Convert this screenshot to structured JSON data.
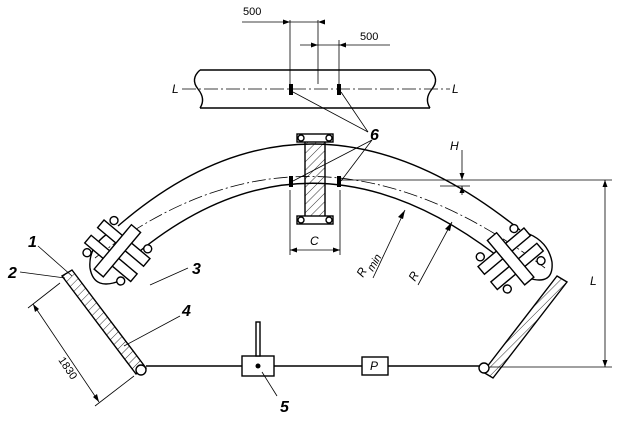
{
  "drawing": {
    "dims": {
      "d500_top": "500",
      "d500_right": "500",
      "d1830": "1830",
      "c": "C",
      "h": "H",
      "l": "L"
    },
    "pipe_labels": {
      "left": "L",
      "right": "L"
    },
    "radius_labels": {
      "rmin": "R",
      "rmin_sub": "min",
      "r": "R"
    },
    "callouts": [
      "1",
      "2",
      "3",
      "4",
      "5",
      "6"
    ],
    "box_label": "P"
  }
}
